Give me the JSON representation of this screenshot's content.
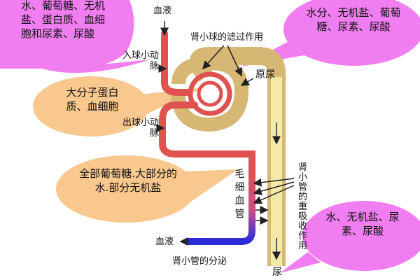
{
  "bubbles": {
    "top_left": "水、葡萄糖、无机盐、蛋白质、血细胞和尿素、尿酸",
    "top_right": "水分、无机盐、葡萄糖、尿素、尿酸",
    "middle_left": "大分子蛋白质、血细胞",
    "lower_left": "全部葡萄糖.大部分的水.部分无机盐",
    "bottom_right": "水、无机盐、尿素、尿酸"
  },
  "labels": {
    "blood_in": "血液",
    "filtration": "肾小球的滤过作用",
    "afferent": "入球小动脉",
    "efferent": "出球小动脉",
    "primary_urine": "原尿",
    "capillary": "毛细血管",
    "reabsorption": "肾小管的重吸收作用",
    "blood_out": "血液",
    "secretion": "肾小管的分泌",
    "urine": "尿"
  },
  "colors": {
    "bubble_pink": "#f17ef0",
    "bubble_orange": "#f8c88e",
    "artery_red": "#e0524f",
    "vein_blue": "#2a2ad8",
    "tubule_tan": "#d7b774",
    "tubule_light": "#f2eaa6"
  }
}
